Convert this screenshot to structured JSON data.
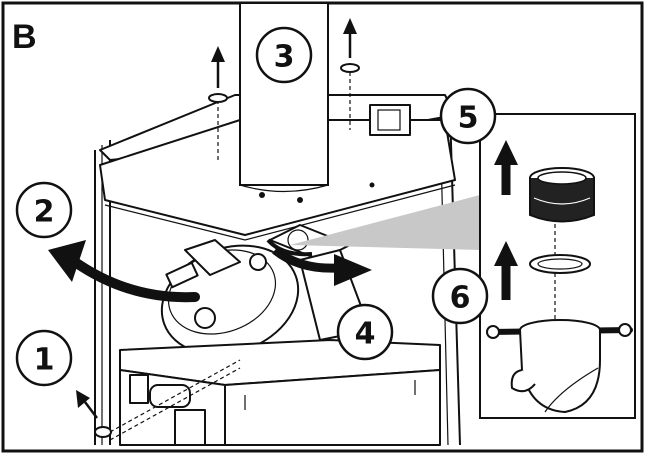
{
  "panel": {
    "letter": "B"
  },
  "callouts": [
    {
      "id": "1",
      "label": "1"
    },
    {
      "id": "2",
      "label": "2"
    },
    {
      "id": "3",
      "label": "3"
    },
    {
      "id": "4",
      "label": "4"
    },
    {
      "id": "5",
      "label": "5"
    },
    {
      "id": "6",
      "label": "6"
    }
  ],
  "colors": {
    "ink": "#111111",
    "paper": "#ffffff",
    "beam": "#c8c8c8"
  }
}
